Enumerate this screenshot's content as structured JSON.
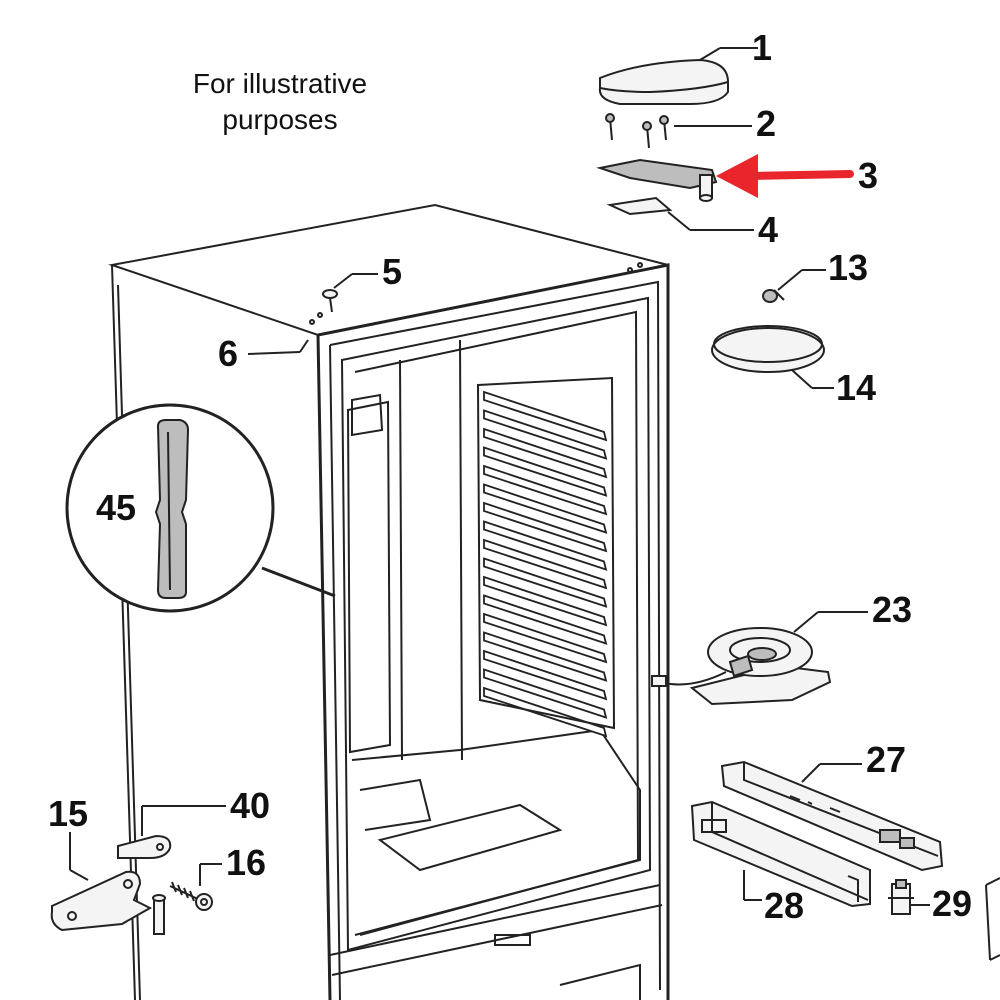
{
  "note": {
    "line1": "For illustrative",
    "line2": "purposes"
  },
  "highlight_color": "#e8262b",
  "highlighted_part": "3",
  "callouts": {
    "p1": "1",
    "p2": "2",
    "p3": "3",
    "p4": "4",
    "p5": "5",
    "p6": "6",
    "p13": "13",
    "p14": "14",
    "p15": "15",
    "p16": "16",
    "p23": "23",
    "p27": "27",
    "p28": "28",
    "p29": "29",
    "p40": "40",
    "p45": "45"
  }
}
